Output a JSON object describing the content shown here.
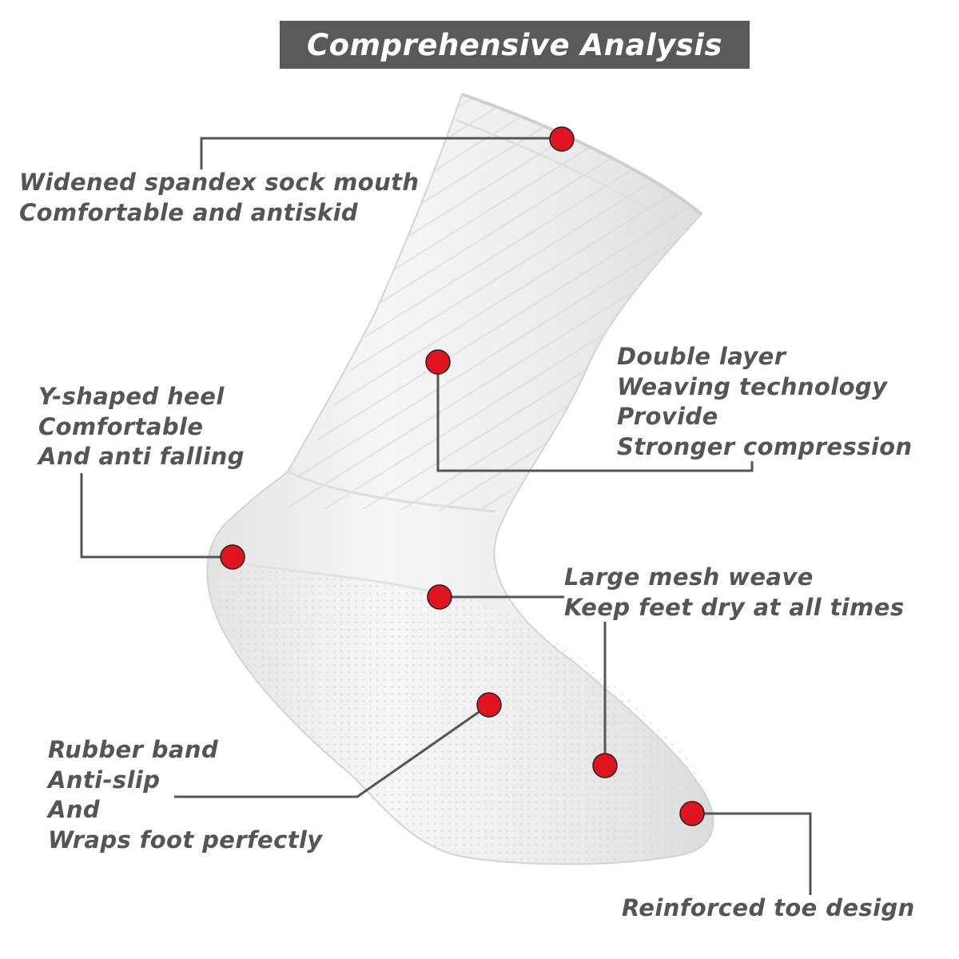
{
  "title": "Comprehensive Analysis",
  "colors": {
    "banner": "#595959",
    "text": "#555555",
    "leader": "#555555",
    "marker": "#e0141e",
    "sock": "#f1f1f1"
  },
  "callouts": [
    {
      "id": "sock-mouth",
      "lines": [
        "Widened spandex sock mouth",
        "Comfortable and antiskid"
      ]
    },
    {
      "id": "heel",
      "lines": [
        "Y-shaped heel",
        "Comfortable",
        "And anti falling"
      ]
    },
    {
      "id": "double-layer",
      "lines": [
        "Double layer",
        "Weaving technology",
        "Provide",
        "Stronger compression"
      ]
    },
    {
      "id": "mesh",
      "lines": [
        "Large mesh weave",
        "Keep feet dry at all times"
      ]
    },
    {
      "id": "rubber-band",
      "lines": [
        "Rubber band",
        "Anti-slip",
        "And",
        "Wraps foot perfectly"
      ]
    },
    {
      "id": "toe",
      "lines": [
        "Reinforced toe design"
      ]
    }
  ]
}
